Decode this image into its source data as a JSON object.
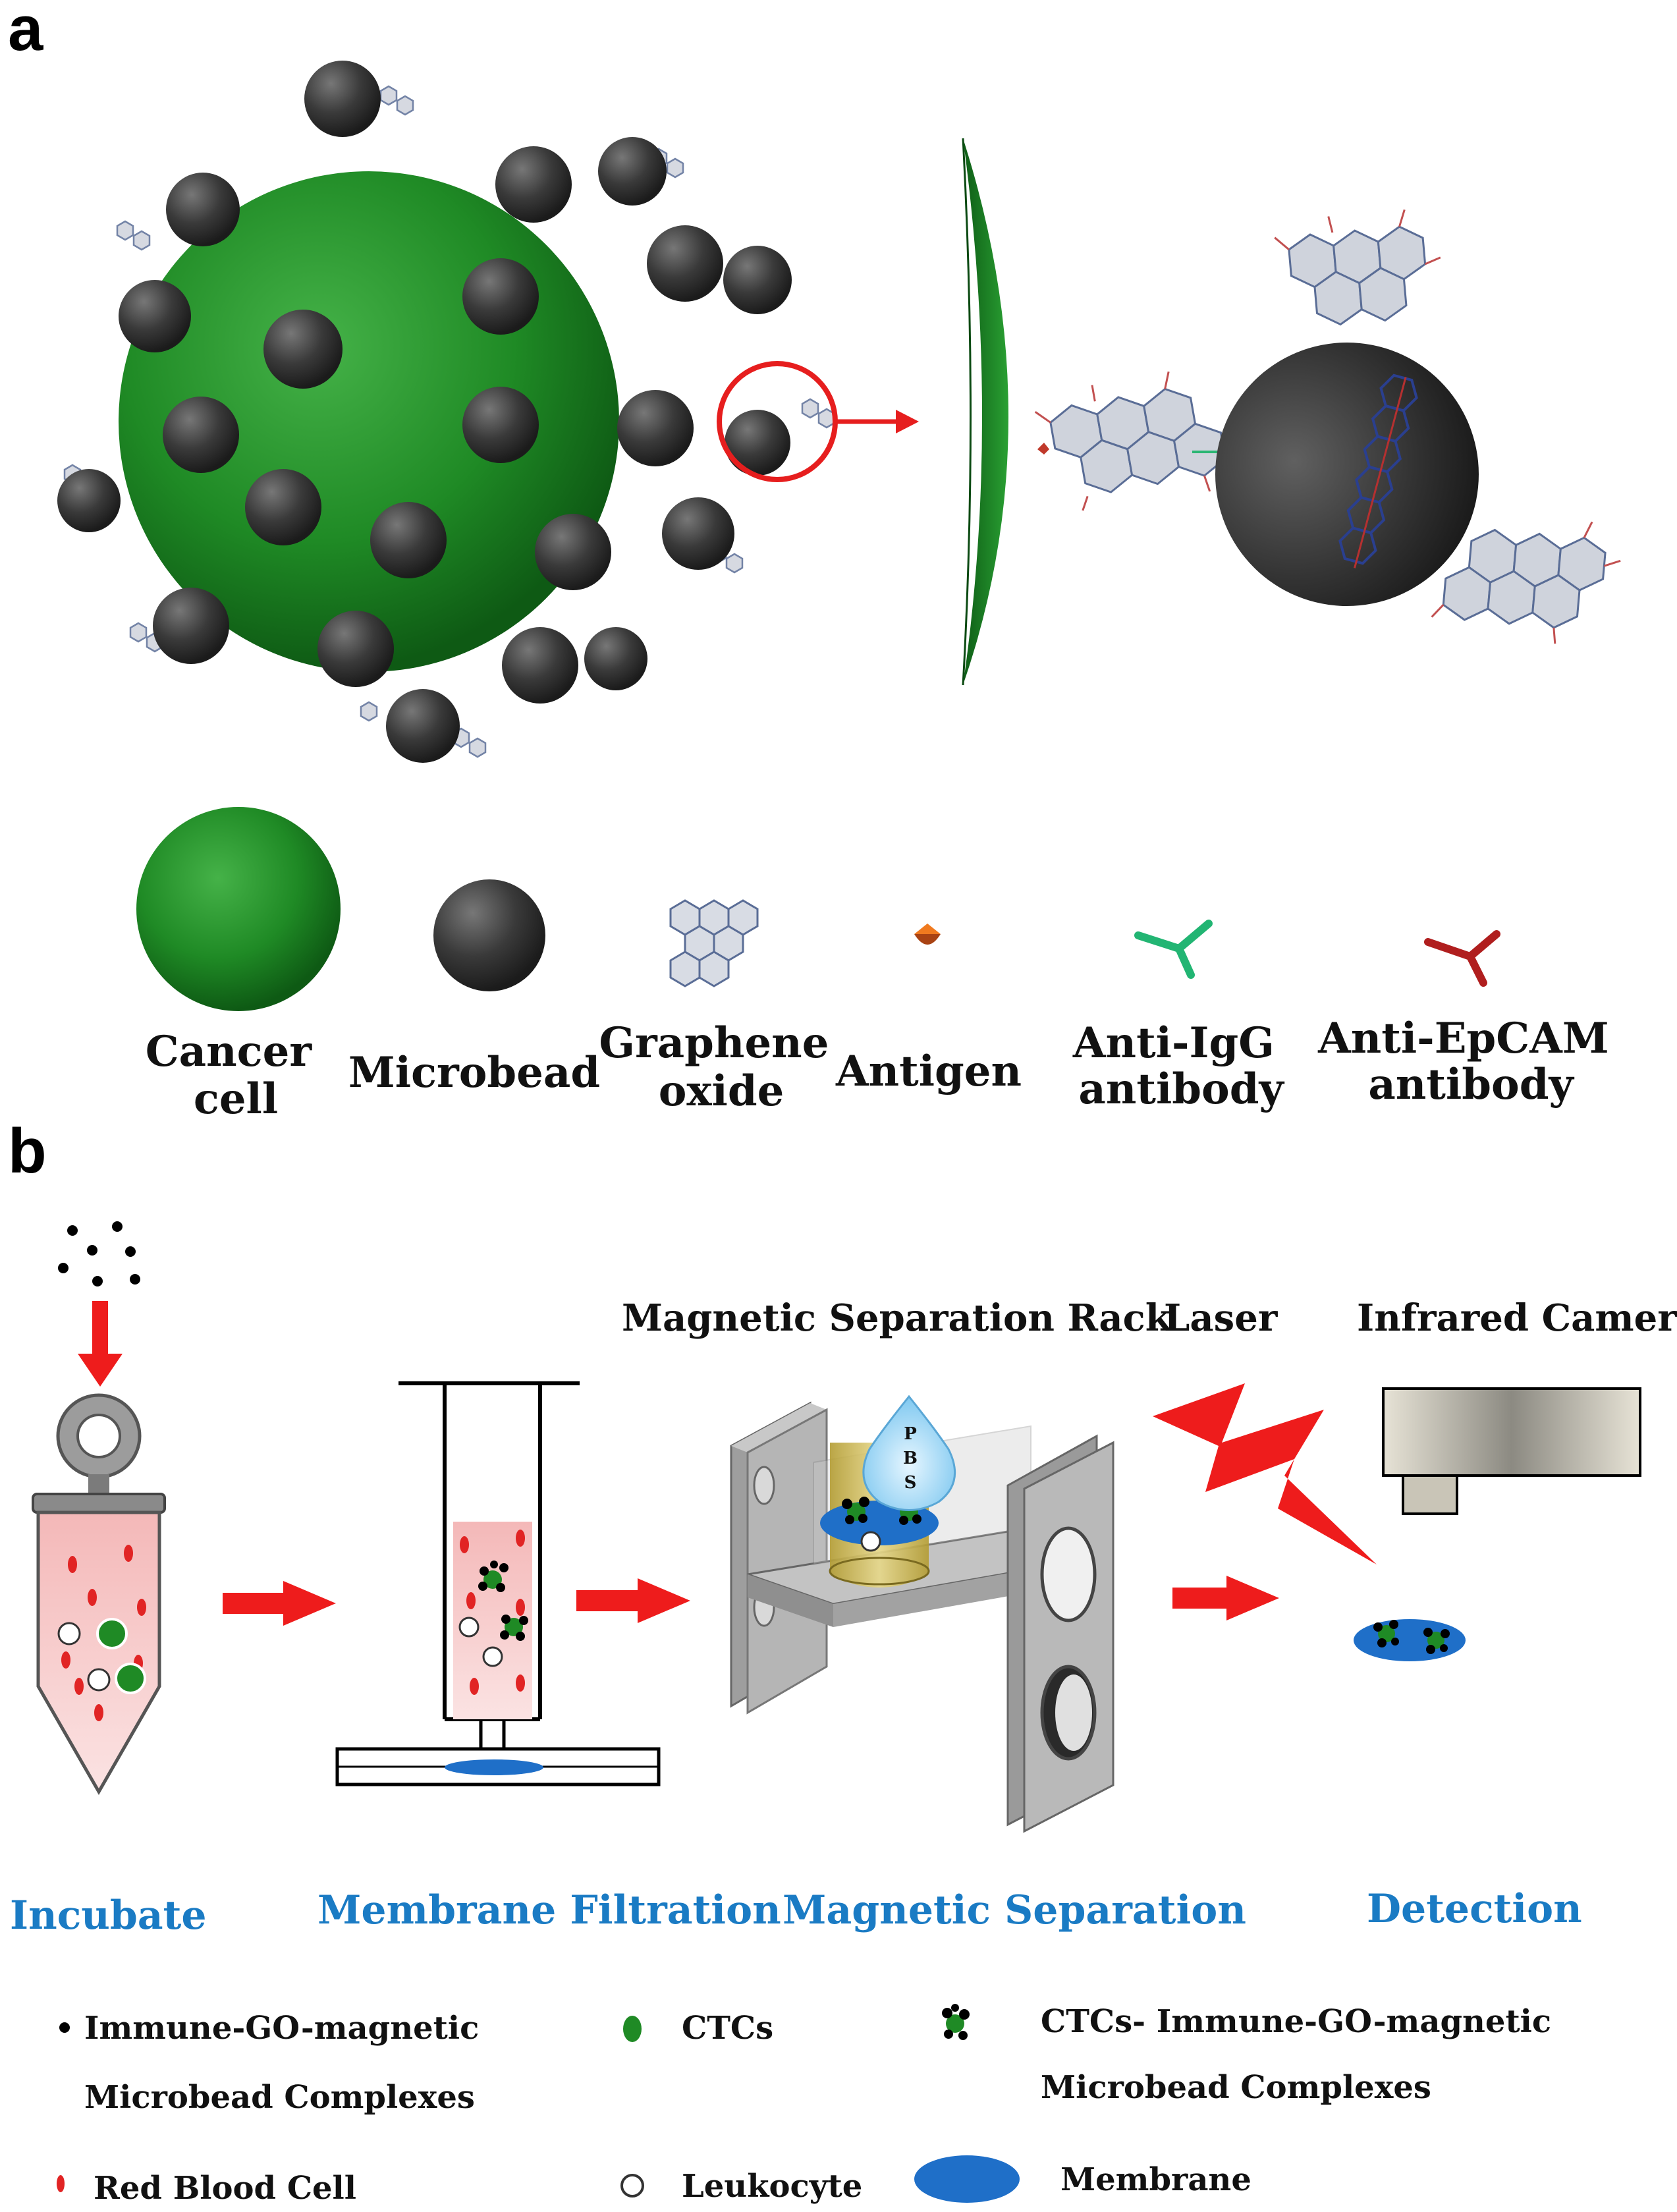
{
  "panel_a": {
    "letter": "a",
    "legend": [
      {
        "lines": [
          "Cancer",
          "cell"
        ]
      },
      {
        "lines": [
          "Microbead"
        ]
      },
      {
        "lines": [
          "Graphene",
          "oxide"
        ]
      },
      {
        "lines": [
          "Antigen"
        ]
      },
      {
        "lines": [
          "Anti-IgG",
          "antibody"
        ]
      },
      {
        "lines": [
          "Anti-EpCAM",
          "antibody"
        ]
      }
    ]
  },
  "panel_b": {
    "letter": "b",
    "labels": {
      "rack": "Magnetic Separation Rack",
      "laser": "Laser",
      "camera": "Infrared Camera",
      "pbs": [
        "P",
        "B",
        "S"
      ]
    },
    "steps": [
      "Incubate",
      "Membrane Filtration",
      "Magnetic Separation",
      "Detection"
    ],
    "key": {
      "complex_line1": "Immune-GO-magnetic",
      "complex_line2": "Microbead Complexes",
      "ctcs": "CTCs",
      "ctc_complex_line1": "CTCs- Immune-GO-magnetic",
      "ctc_complex_line2": "Microbead Complexes",
      "rbc": "Red Blood Cell",
      "leukocyte": "Leukocyte",
      "membrane": "Membrane"
    }
  },
  "colors": {
    "cell_green": "#1f8a25",
    "bead_gray": "#3a3a3a",
    "arrow_red": "#ee1c1c",
    "step_blue": "#1a7bc4",
    "membrane_blue": "#1f6fc8",
    "rack_gray": "#a3a3a3",
    "tube_pink": "#f7c6c6"
  }
}
